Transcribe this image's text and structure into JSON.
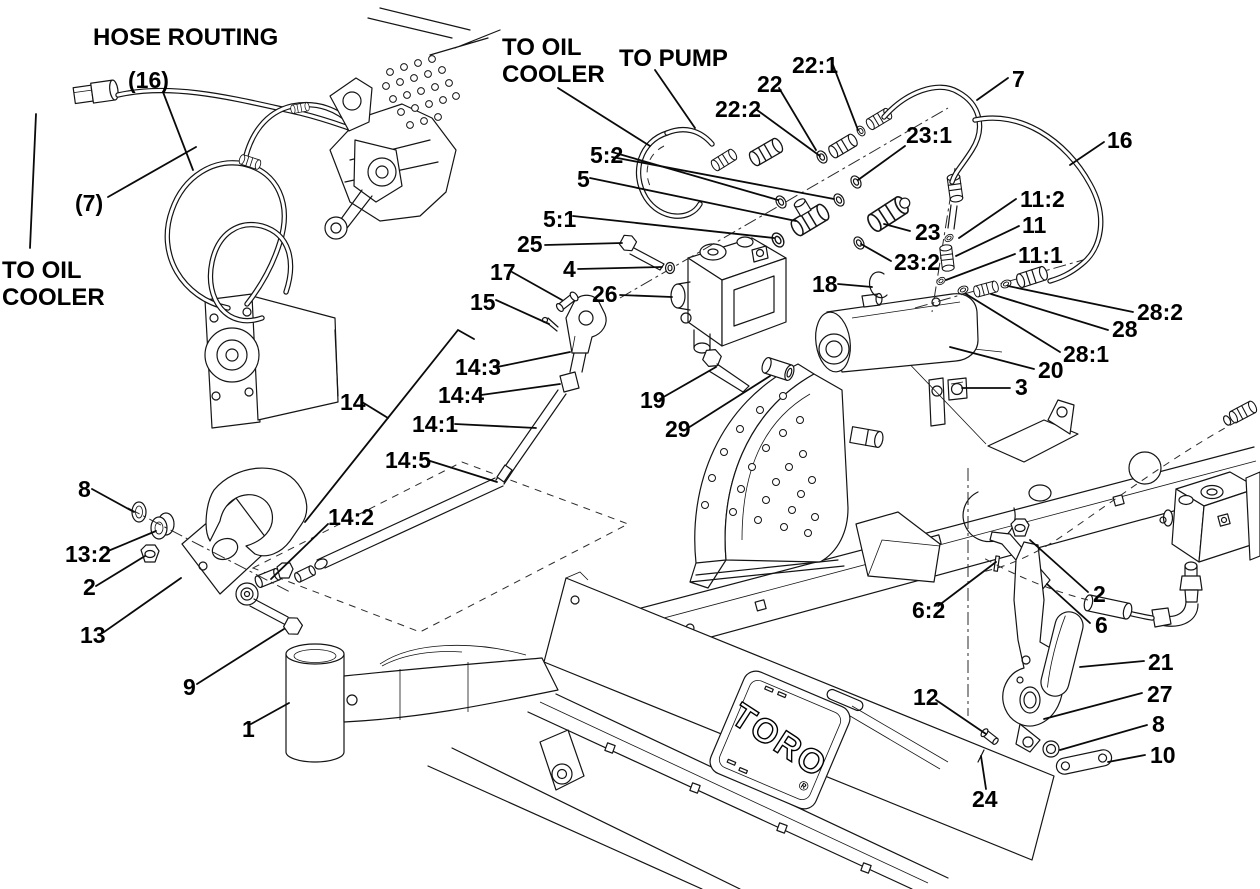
{
  "figure": {
    "inset": {
      "title": "HOSE ROUTING",
      "to_oil_cooler_line1": "TO OIL",
      "to_oil_cooler_line2": "COOLER",
      "callout_16": "(16)",
      "callout_7": "(7)"
    },
    "annotations": {
      "to_oil_cooler_line1": "TO OIL",
      "to_oil_cooler_line2": "COOLER",
      "to_pump": "TO PUMP"
    },
    "brand": {
      "logo_text": "TORO",
      "registered_mark": "®"
    },
    "callouts": {
      "c22_1": "22:1",
      "c22": "22",
      "c22_2": "22:2",
      "c23_1": "23:1",
      "c7": "7",
      "c16": "16",
      "c5_2": "5:2",
      "c5": "5",
      "c5_1": "5:1",
      "c25": "25",
      "c4": "4",
      "c17": "17",
      "c15": "15",
      "c26": "26",
      "c18": "18",
      "c23": "23",
      "c23_2": "23:2",
      "c11_2": "11:2",
      "c11": "11",
      "c11_1": "11:1",
      "c28_2": "28:2",
      "c28": "28",
      "c28_1": "28:1",
      "c20": "20",
      "c3": "3",
      "c19": "19",
      "c29": "29",
      "c14_3": "14:3",
      "c14_4": "14:4",
      "c14": "14",
      "c14_1": "14:1",
      "c14_5": "14:5",
      "c14_2": "14:2",
      "c8_left": "8",
      "c13_2": "13:2",
      "c2_left": "2",
      "c13": "13",
      "c9": "9",
      "c1": "1",
      "c6_2": "6:2",
      "c2_right": "2",
      "c6": "6",
      "c21": "21",
      "c27": "27",
      "c8_right": "8",
      "c10": "10",
      "c12": "12",
      "c24": "24"
    },
    "colors": {
      "line": "#141414",
      "background": "#ffffff"
    }
  }
}
